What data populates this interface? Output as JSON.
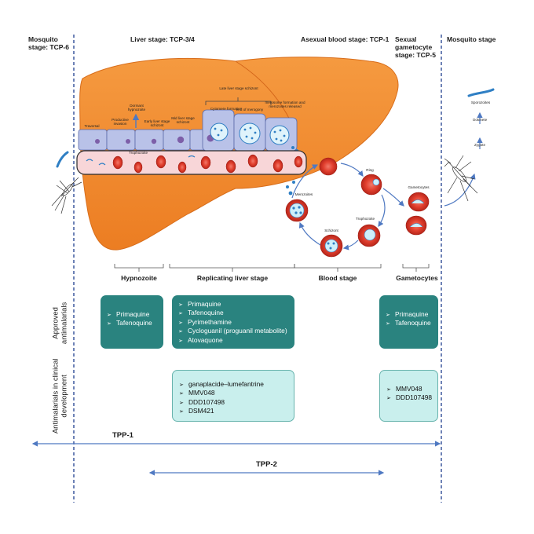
{
  "headers": {
    "mosquito_left": "Mosquito stage: TCP-6",
    "liver": "Liver stage: TCP-3/4",
    "blood": "Asexual blood stage: TCP-1",
    "gametocyte": "Sexual gametocyte stage: TCP-5",
    "mosquito_right": "Mosquito stage"
  },
  "liver_cells": {
    "traversal": "Traversal",
    "productive_invasion": "Productive invasion",
    "dormant_hypnozoite": "Dormant hypnozoite",
    "trophozoite": "Trophozoite",
    "early_schizont": "Early liver stage schizont",
    "mid_schizont": "Mid liver stage schizont",
    "late_schizont": "Late liver stage schizont",
    "cytomere": "Cytomere formation",
    "end_merogony": "end of merogony",
    "merosome": "merosome formation and merozoites released"
  },
  "blood_cycle": {
    "merozoites": "Merozoites",
    "ring": "Ring",
    "trophozoite": "Trophozoite",
    "schizont": "Schizont",
    "gametocytes": "Gametocytes"
  },
  "mosquito_cycle": {
    "sporozoites": "Sporozoites",
    "ookinete": "Ookinete",
    "zygote": "Zygote"
  },
  "stage_labels": {
    "hypnozoite": "Hypnozoite",
    "replicating": "Replicating liver stage",
    "blood": "Blood stage",
    "gametocytes": "Gametocytes"
  },
  "row_labels": {
    "approved": "Approved antimalarials",
    "clinical": "Antimalarials in clinical development"
  },
  "approved": {
    "hypnozoite": [
      "Primaquine",
      "Tafenoquine"
    ],
    "replicating": [
      "Primaquine",
      "Tafenoquine",
      "Pyrimethamine",
      "Cycloguanil (proguanil metabolite)",
      "Atovaquone"
    ],
    "gametocytes": [
      "Primaquine",
      "Tafenoquine"
    ]
  },
  "clinical": {
    "replicating": [
      "ganaplacide–lumefantrine",
      "MMV048",
      "DDD107498",
      "DSM421"
    ],
    "gametocytes": [
      "MMV048",
      "DDD107498"
    ]
  },
  "tpp": {
    "tpp1": "TPP-1",
    "tpp2": "TPP-2"
  },
  "colors": {
    "liver": "#f08a2e",
    "liver_dark": "#e0701a",
    "approved_box": "#2a837f",
    "clinical_box": "#c9efed",
    "divider": "#1f3f8f",
    "arrow": "#4f79c2",
    "rbc": "#d8382a"
  }
}
